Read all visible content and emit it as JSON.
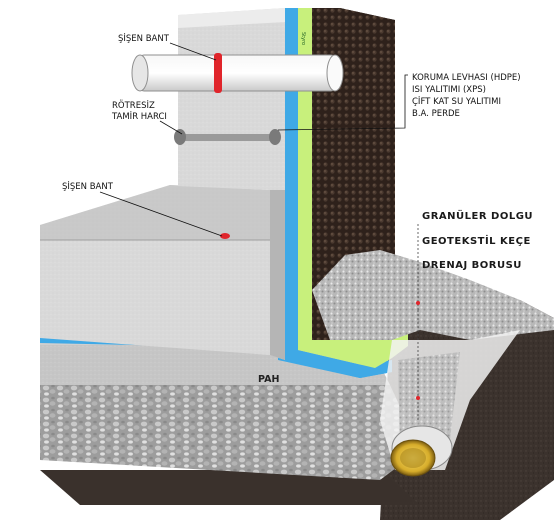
{
  "labels": {
    "sisen_bant_top": "ŞİŞEN BANT",
    "rotresiz_line1": "RÖTRESİZ",
    "rotresiz_line2": "TAMİR HARCI",
    "sisen_bant_mid": "ŞİŞEN BANT",
    "koruma_levhasi": "KORUMA LEVHASI (HDPE)",
    "isi_yalitimi": "ISI YALITIMI (XPS)",
    "cift_kat": "ÇİFT KAT SU YALITIMI",
    "ba_perde": "B.A. PERDE",
    "granuler_dolgu": "GRANÜLER DOLGU",
    "geotekstil_kece": "GEOTEKSTİL KEÇE",
    "drenaj_borusu": "DRENAJ BORUSU",
    "pah": "PAH"
  },
  "colors": {
    "concrete": "#d8d8d8",
    "concrete_dark": "#bfbfbf",
    "waterproofing": "#3fa9e6",
    "xps_insulation": "#c8f07c",
    "hdpe_board": "#3a2a22",
    "swelling_band": "#e0252b",
    "gravel": "#a9a9a9",
    "soil": "#3d342f",
    "drain_pipe": "#e8c64a"
  },
  "icons": {
    "pipe": "pipe-sleeve-icon",
    "gravel": "gravel-texture",
    "dimples": "hdpe-dimple-texture"
  }
}
